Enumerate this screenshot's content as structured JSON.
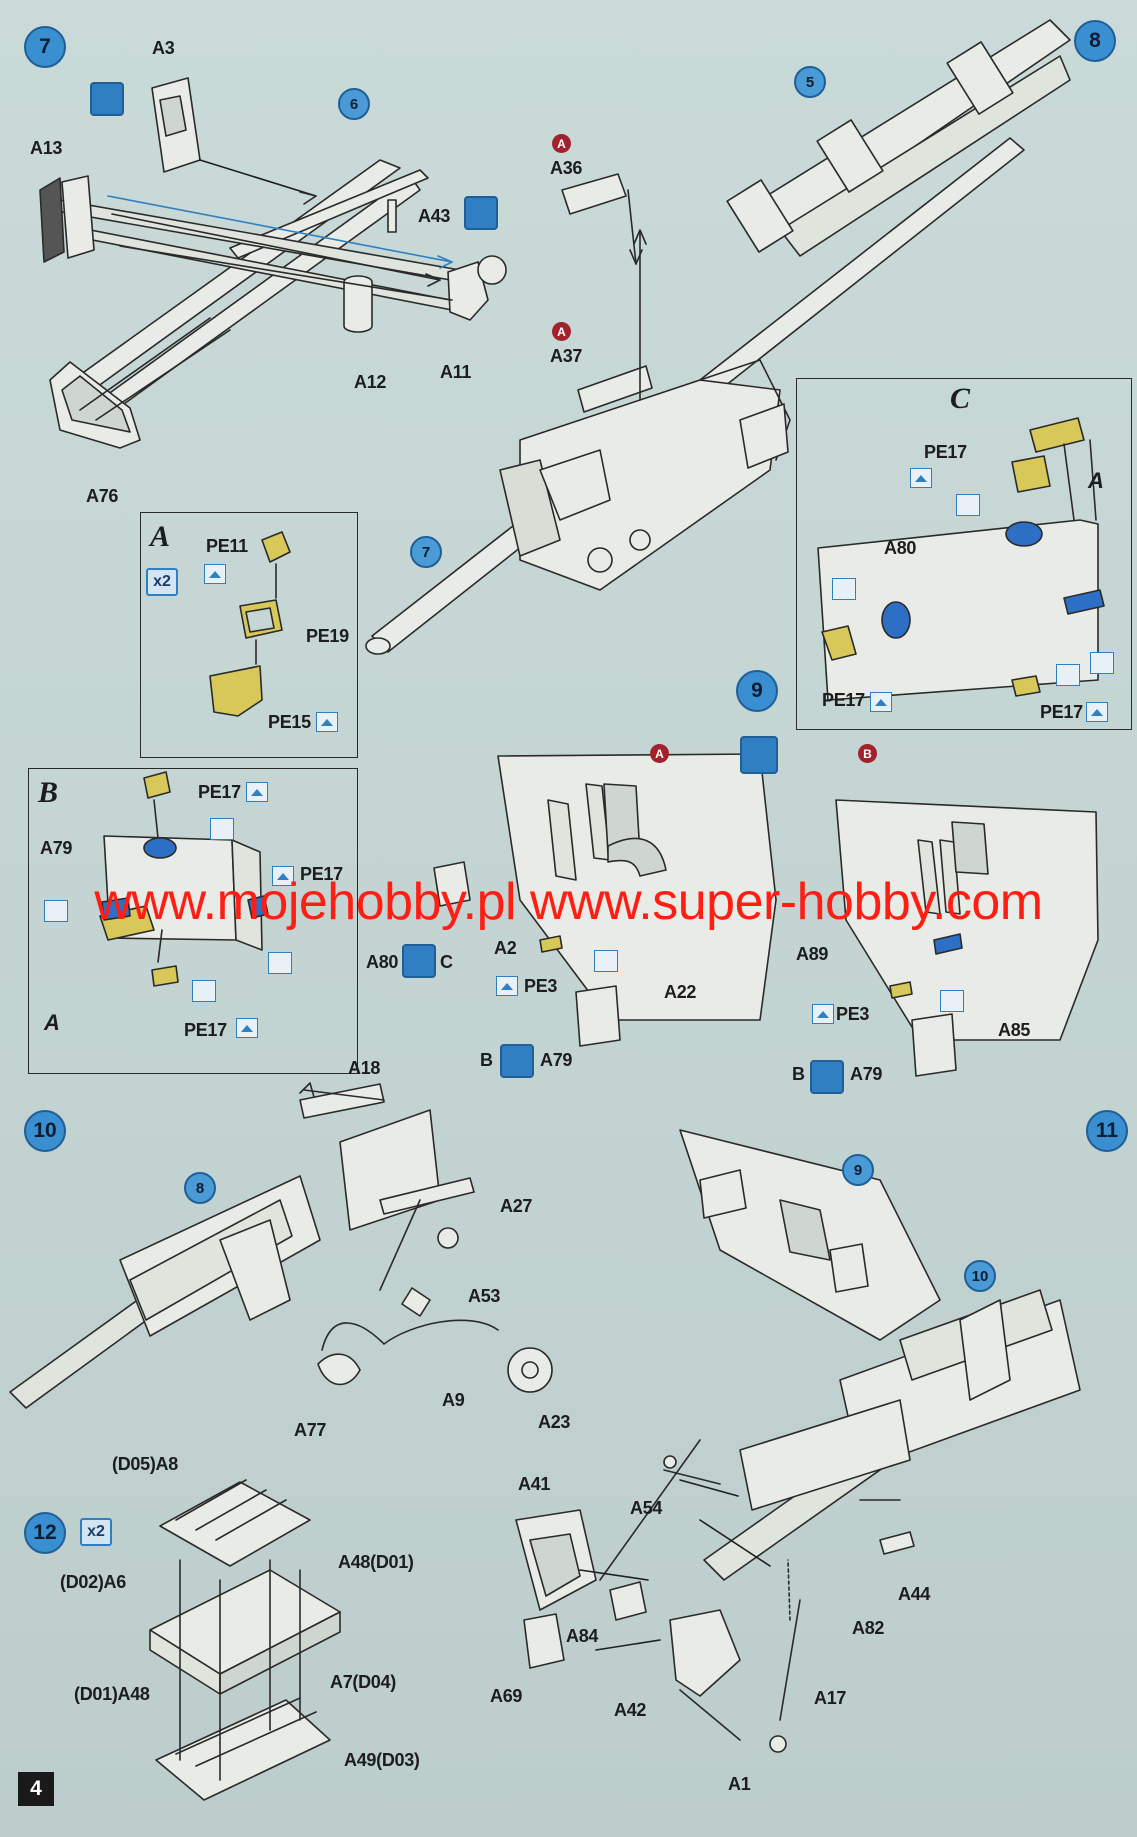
{
  "steps": {
    "s7": "7",
    "s8": "8",
    "s9": "9",
    "s10": "10",
    "s11": "11",
    "s12": "12"
  },
  "refs": {
    "r6": "6",
    "r5": "5",
    "r7": "7",
    "r8": "8",
    "r9": "9",
    "r10": "10"
  },
  "options": {
    "oA1": "A",
    "oA2": "A",
    "oA3": "A",
    "oB": "B"
  },
  "multipliers": {
    "m1": "x2",
    "m2": "x2"
  },
  "boxes": {
    "A": "A",
    "B": "B",
    "C": "C"
  },
  "labels": {
    "A3": "A3",
    "A13": "A13",
    "A43": "A43",
    "A12": "A12",
    "A11": "A11",
    "A76": "A76",
    "A36": "A36",
    "A37": "A37",
    "PE11": "PE11",
    "PE19": "PE19",
    "PE15": "PE15",
    "PE17a": "PE17",
    "PE17b": "PE17",
    "PE17c": "PE17",
    "PE17d": "PE17",
    "PE17e": "PE17",
    "PE17f": "PE17",
    "A80": "A80",
    "A_C": "A",
    "A79b": "A79",
    "A_B": "A",
    "A80C": "A80",
    "C": "C",
    "A2": "A2",
    "PE3a": "PE3",
    "A22": "A22",
    "BA79a": "B",
    "A79a": "A79",
    "A89": "A89",
    "PE3b": "PE3",
    "A85": "A85",
    "BA79b": "B",
    "A79c": "A79",
    "A18": "A18",
    "A27": "A27",
    "A53": "A53",
    "A77": "A77",
    "A9": "A9",
    "A23": "A23",
    "A54": "A54",
    "A41": "A41",
    "A84": "A84",
    "A69": "A69",
    "A42": "A42",
    "A17": "A17",
    "A1": "A1",
    "A44": "A44",
    "A82": "A82",
    "D05A8": "(D05)A8",
    "A48D01": "A48(D01)",
    "D02A6": "(D02)A6",
    "D01A48": "(D01)A48",
    "A7D04": "A7(D04)",
    "A49D03": "A49(D03)"
  },
  "watermark": "www.mojehobby.pl www.super-hobby.com",
  "page_number": "4",
  "colors": {
    "step": "#3a8fd0",
    "option": "#a3212c",
    "pe_part": "#d8c85a",
    "blue_part": "#2d6fc4",
    "watermark": "#ff1e14"
  }
}
